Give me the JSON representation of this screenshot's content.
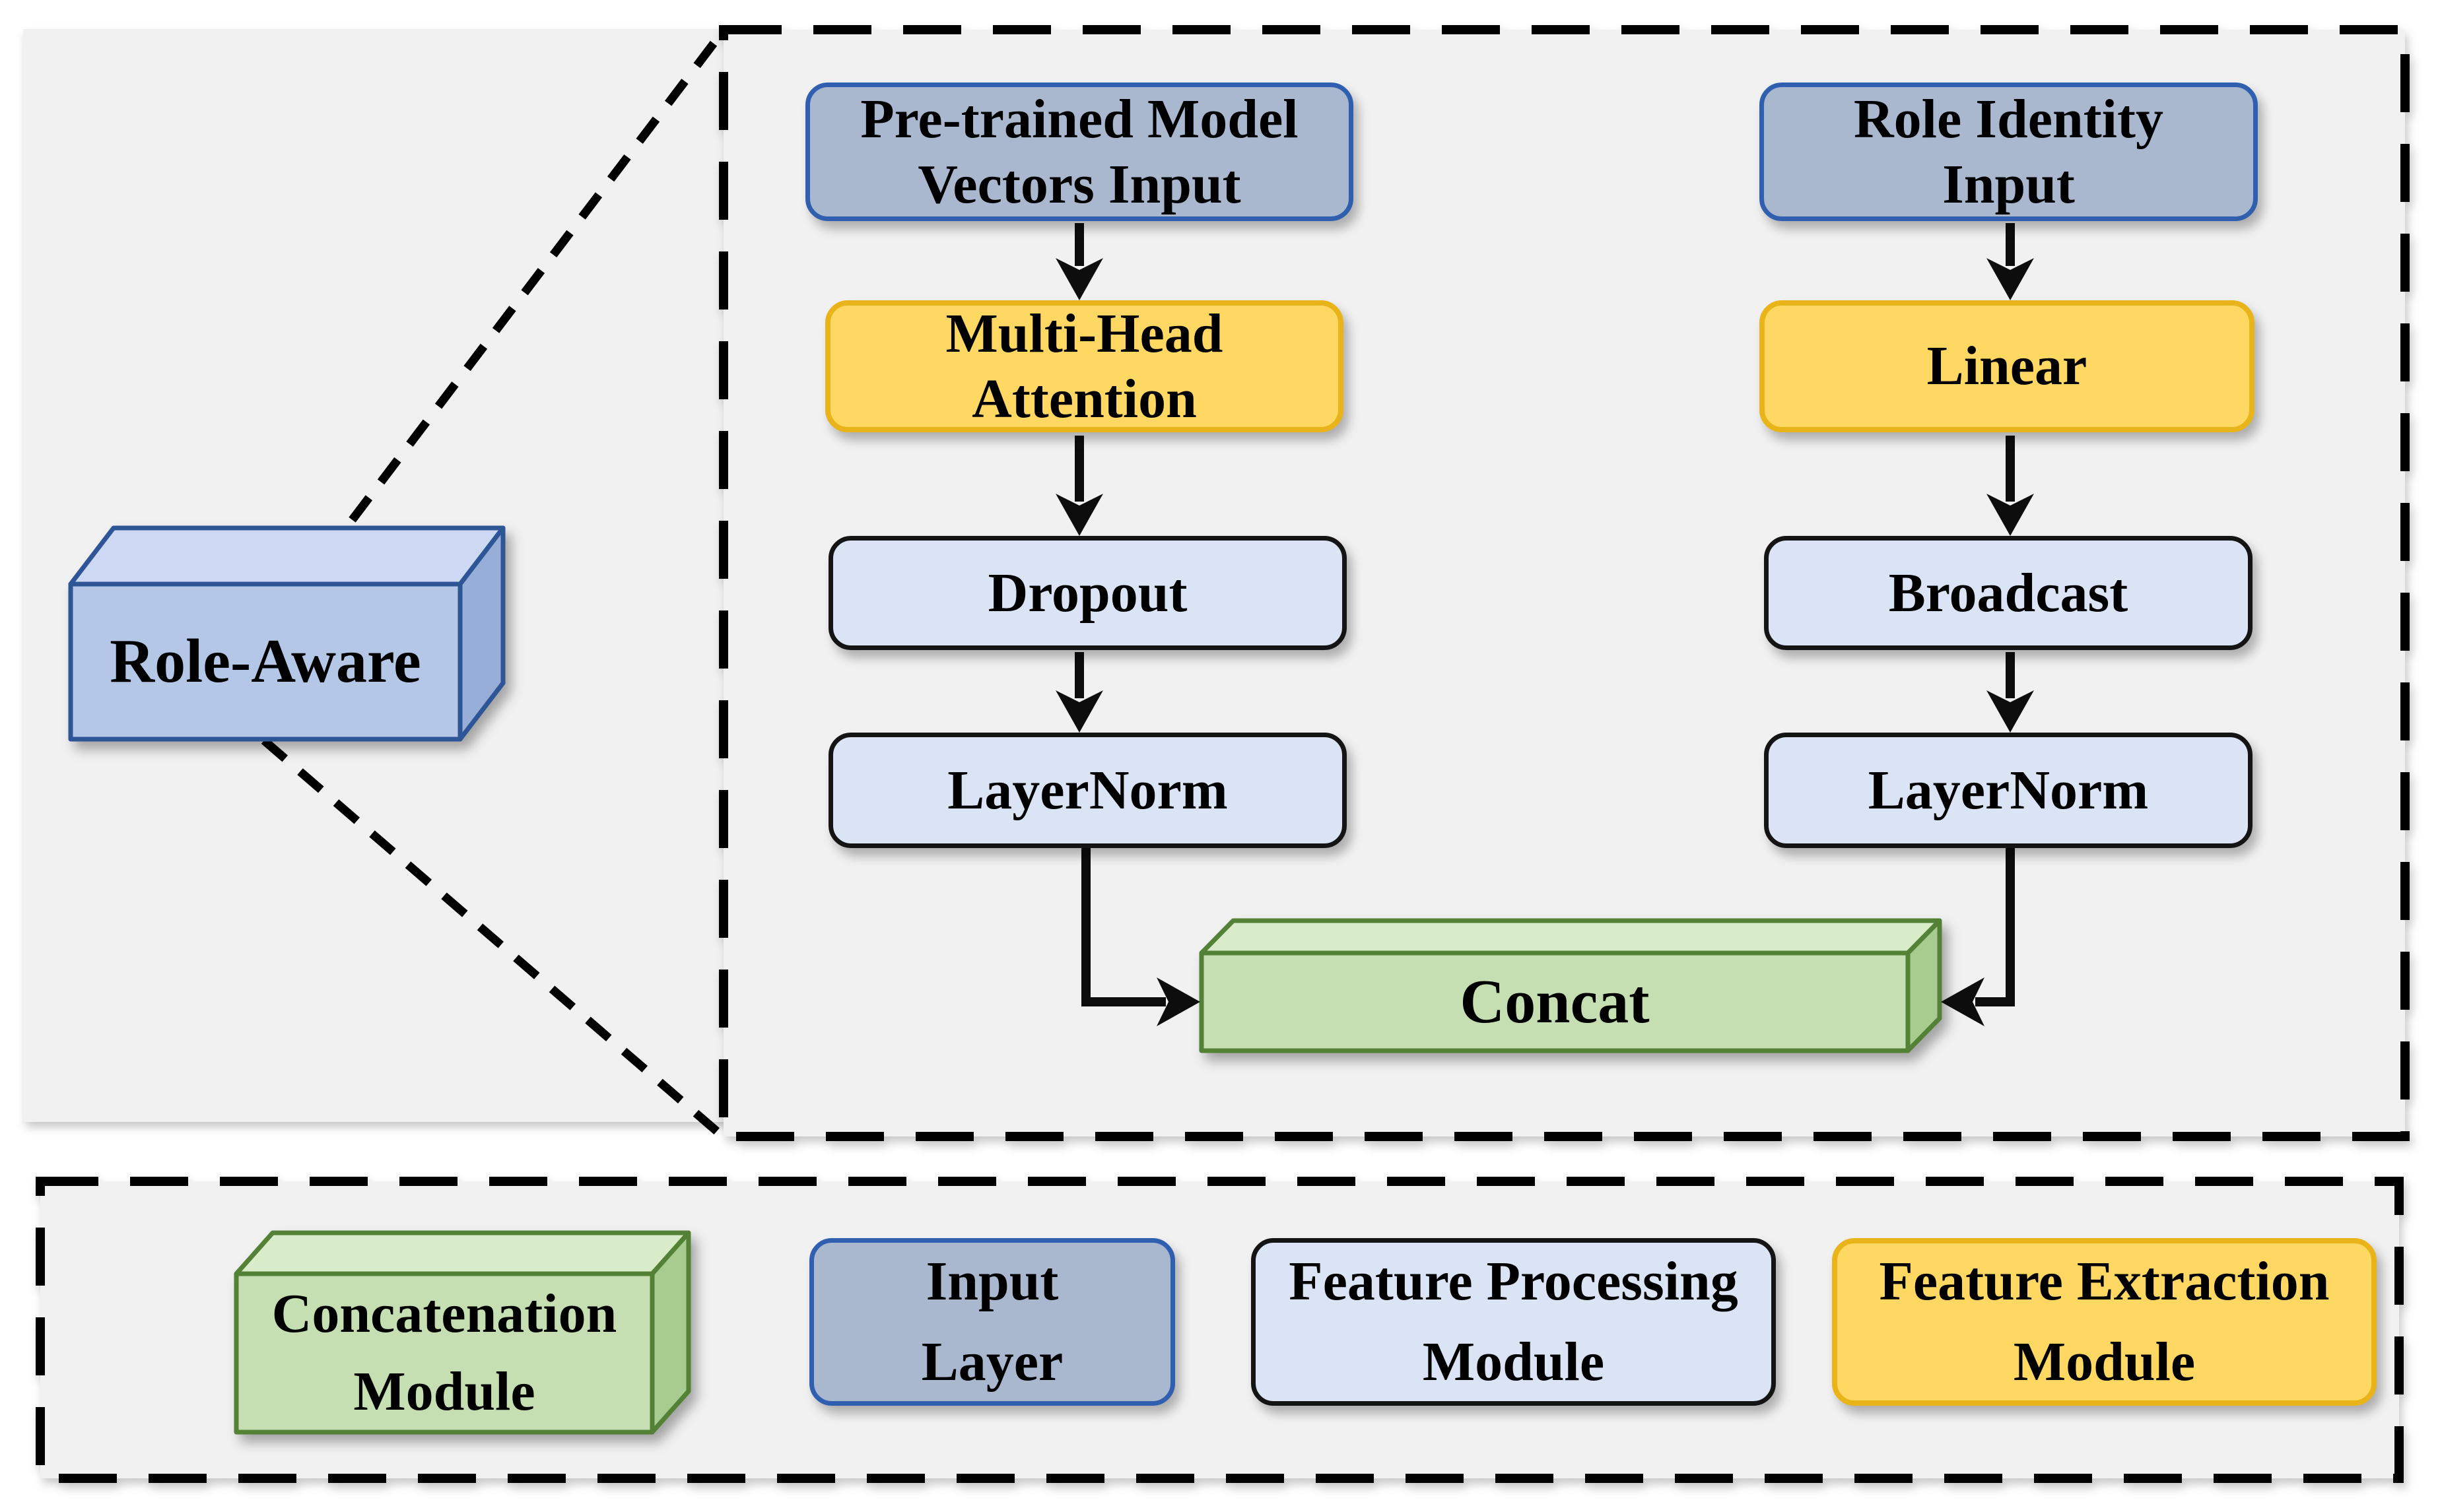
{
  "colors": {
    "input_fill": "#a9b7cf",
    "input_border": "#2f5fae",
    "extract_fill": "#fed863",
    "extract_border": "#e9b41a",
    "process_fill": "#dbe4f5",
    "process_border": "#141414",
    "concat_fill": "#c5dfb3",
    "concat_top": "#d9ecca",
    "concat_side": "#a8cb90",
    "concat_border": "#538135",
    "module3d_fill": "#b4c7e7",
    "module3d_top": "#cdd9f2",
    "module3d_side": "#97aed8",
    "module3d_border": "#2e5596",
    "panel_bg": "#f1f1f2",
    "arrow_color": "#0d0d0d"
  },
  "diagram": {
    "callout": {
      "label": "Role-Aware"
    },
    "left_flow": {
      "input_line1": "Pre-trained Model",
      "input_line2": "Vectors Input",
      "step1_line1": "Multi-Head",
      "step1_line2": "Attention",
      "step2": "Dropout",
      "step3": "LayerNorm"
    },
    "right_flow": {
      "input_line1": "Role Identity",
      "input_line2": "Input",
      "step1": "Linear",
      "step2": "Broadcast",
      "step3": "LayerNorm"
    },
    "merge": {
      "label": "Concat"
    }
  },
  "legend": {
    "concatenation": {
      "line1": "Concatenation",
      "line2": "Module"
    },
    "input_layer": {
      "line1": "Input",
      "line2": "Layer"
    },
    "feature_processing": {
      "line1": "Feature Processing",
      "line2": "Module"
    },
    "feature_extraction": {
      "line1": "Feature Extraction",
      "line2": "Module"
    }
  }
}
